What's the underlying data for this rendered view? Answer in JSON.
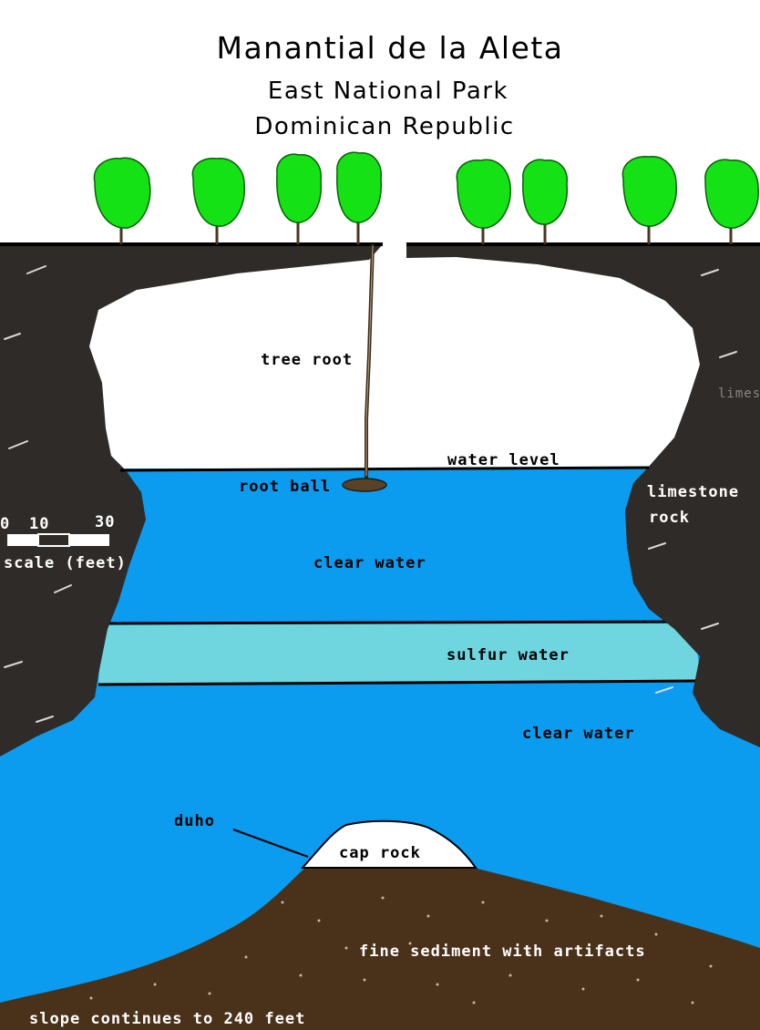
{
  "title": {
    "line1": "Manantial de la Aleta",
    "line2": "East National Park",
    "line3": "Dominican Republic"
  },
  "labels": {
    "tree_root": "tree root",
    "water_level": "water level",
    "root_ball": "root ball",
    "limestone_line1": "limestone",
    "limestone_line2": "rock",
    "limestone_cut": "limes",
    "clear_water_upper": "clear water",
    "sulfur_water": "sulfur water",
    "clear_water_lower": "clear water",
    "duho": "duho",
    "cap_rock": "cap rock",
    "sediment": "fine sediment with artifacts",
    "slope": "slope continues to 240 feet"
  },
  "scale": {
    "tick_0": "0",
    "tick_10": "10",
    "tick_30": "30",
    "caption": "scale (feet)"
  },
  "colors": {
    "water": "#0b9cf0",
    "sulfur": "#6fd6e0",
    "rock": "#2e2b28",
    "sediment": "#4a3119",
    "tree": "#14e214",
    "cap_rock": "#ffffff"
  }
}
